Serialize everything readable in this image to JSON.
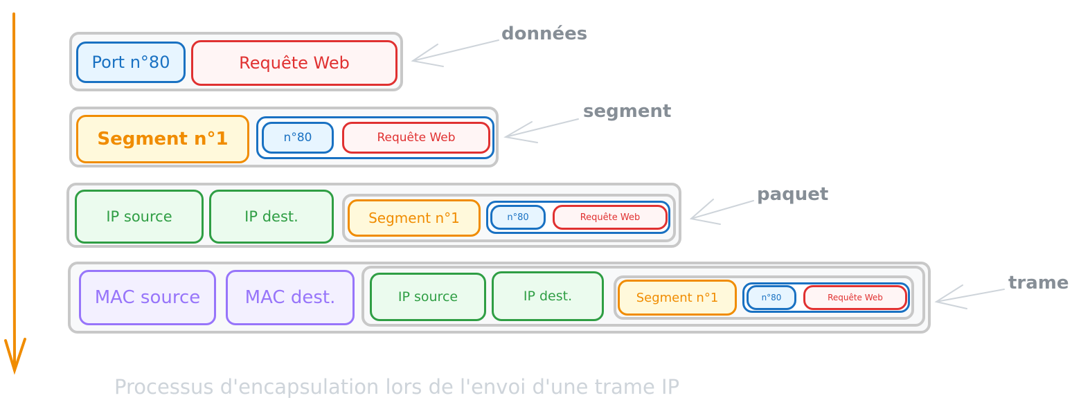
{
  "labels": {
    "donnees": "données",
    "segment": "segment",
    "paquet": "paquet",
    "trame": "trame"
  },
  "port": "Port n°80",
  "port_short": "n°80",
  "web": "Requête Web",
  "segment": "Segment n°1",
  "ip_src": "IP source",
  "ip_dst": "IP dest.",
  "mac_src": "MAC source",
  "mac_dst": "MAC dest.",
  "caption": "Processus d'encapsulation lors de l'envoi d'une trame IP",
  "colors": {
    "blue": "#1971c2",
    "red": "#e03131",
    "orange": "#f08c00",
    "green": "#2f9e44",
    "purple": "#9775fa",
    "grey": "#c8c8c8"
  }
}
